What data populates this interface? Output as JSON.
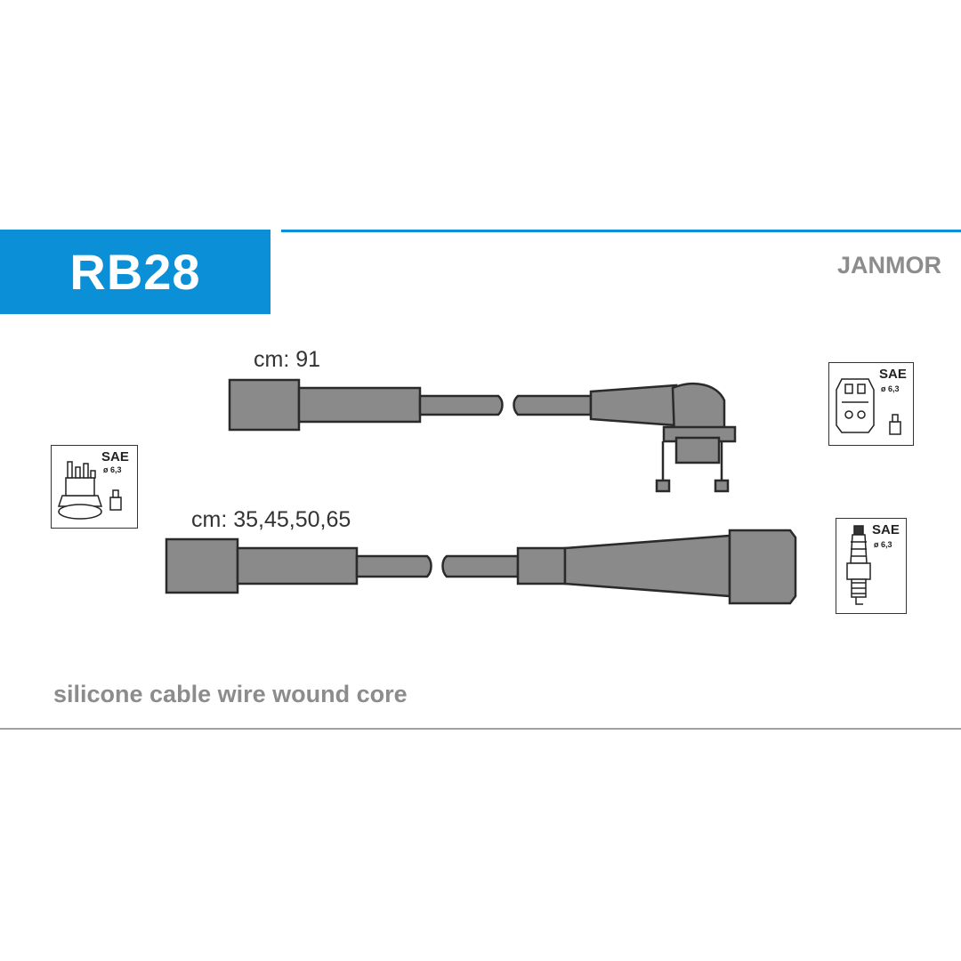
{
  "header": {
    "code": "RB28",
    "brand": "JANMOR",
    "accent_color": "#0b8fd6"
  },
  "cables": [
    {
      "length_label": "cm: 91"
    },
    {
      "length_label": "cm: 35,45,50,65"
    }
  ],
  "connectors": {
    "left": {
      "standard": "SAE",
      "diameter": "ø 6,3",
      "icon": "distributor-cap-icon"
    },
    "right_top": {
      "standard": "SAE",
      "diameter": "ø 6,3",
      "icon": "ignition-coil-icon"
    },
    "right_bottom": {
      "standard": "SAE",
      "diameter": "ø 6,3",
      "icon": "spark-plug-icon"
    }
  },
  "footer": {
    "description": "silicone cable wire wound core"
  }
}
